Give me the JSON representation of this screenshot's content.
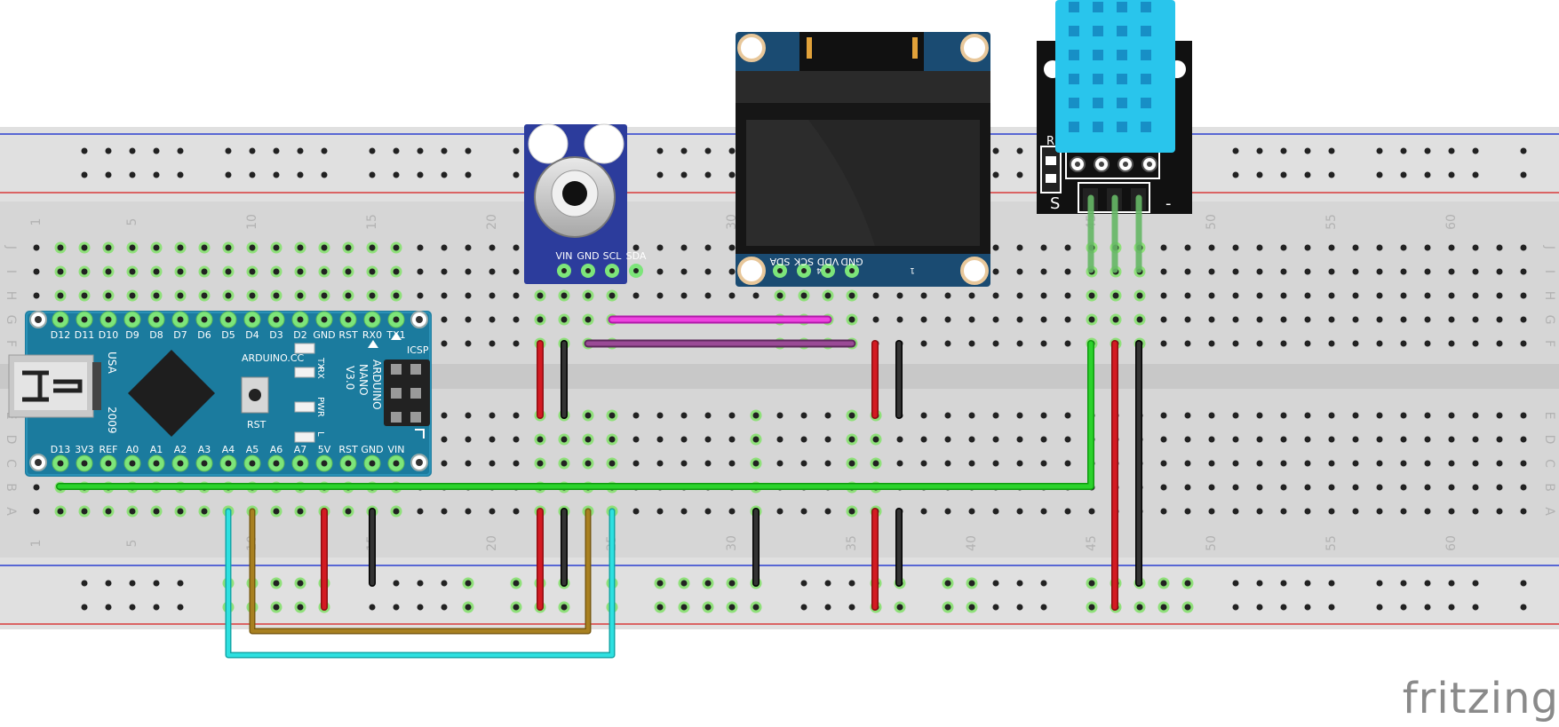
{
  "watermark": "fritzing",
  "breadboard": {
    "row_letters_top": [
      "J",
      "I",
      "H",
      "G",
      "F"
    ],
    "row_letters_bottom": [
      "E",
      "D",
      "C",
      "B",
      "A"
    ],
    "column_numbers": [
      "1",
      "5",
      "10",
      "15",
      "20",
      "25",
      "30",
      "35",
      "40",
      "45",
      "50",
      "55",
      "60"
    ]
  },
  "arduino": {
    "top_pins": [
      "D12",
      "D11",
      "D10",
      "D9",
      "D8",
      "D7",
      "D6",
      "D5",
      "D4",
      "D3",
      "D2",
      "GND",
      "RST",
      "RX0",
      "TX1"
    ],
    "bottom_pins": [
      "D13",
      "3V3",
      "REF",
      "A0",
      "A1",
      "A2",
      "A3",
      "A4",
      "A5",
      "A6",
      "A7",
      "5V",
      "RST",
      "GND",
      "VIN"
    ],
    "brand": "ARDUINO.CC",
    "name": "ARDUINO",
    "model": "NANO",
    "version": "V3.0",
    "usa": "USA",
    "year": "2009",
    "rst": "RST",
    "icsp": "ICSP",
    "leds": [
      "TX",
      "RX",
      "PWR",
      "L"
    ]
  },
  "ir_sensor": {
    "pins": [
      "VIN",
      "GND",
      "SCL",
      "SDA"
    ]
  },
  "oled": {
    "pins": [
      "SDA",
      "SCK",
      "VDD",
      "GND"
    ],
    "pin_first": "4",
    "pin_last": "1"
  },
  "dht": {
    "label_r1": "R1",
    "label_s": "S",
    "label_minus": "-"
  },
  "colors": {
    "red": "#c8161d",
    "black": "#222222",
    "green": "#1bc41b",
    "cyan": "#1ed8d8",
    "brown": "#9c7518",
    "magenta": "#e832d8",
    "purple": "#8a3c86",
    "arduino": "#1b7b9e",
    "ir_board": "#2c3c9c",
    "oled_board": "#1a4b72",
    "dht_sensor": "#29c5ec"
  }
}
